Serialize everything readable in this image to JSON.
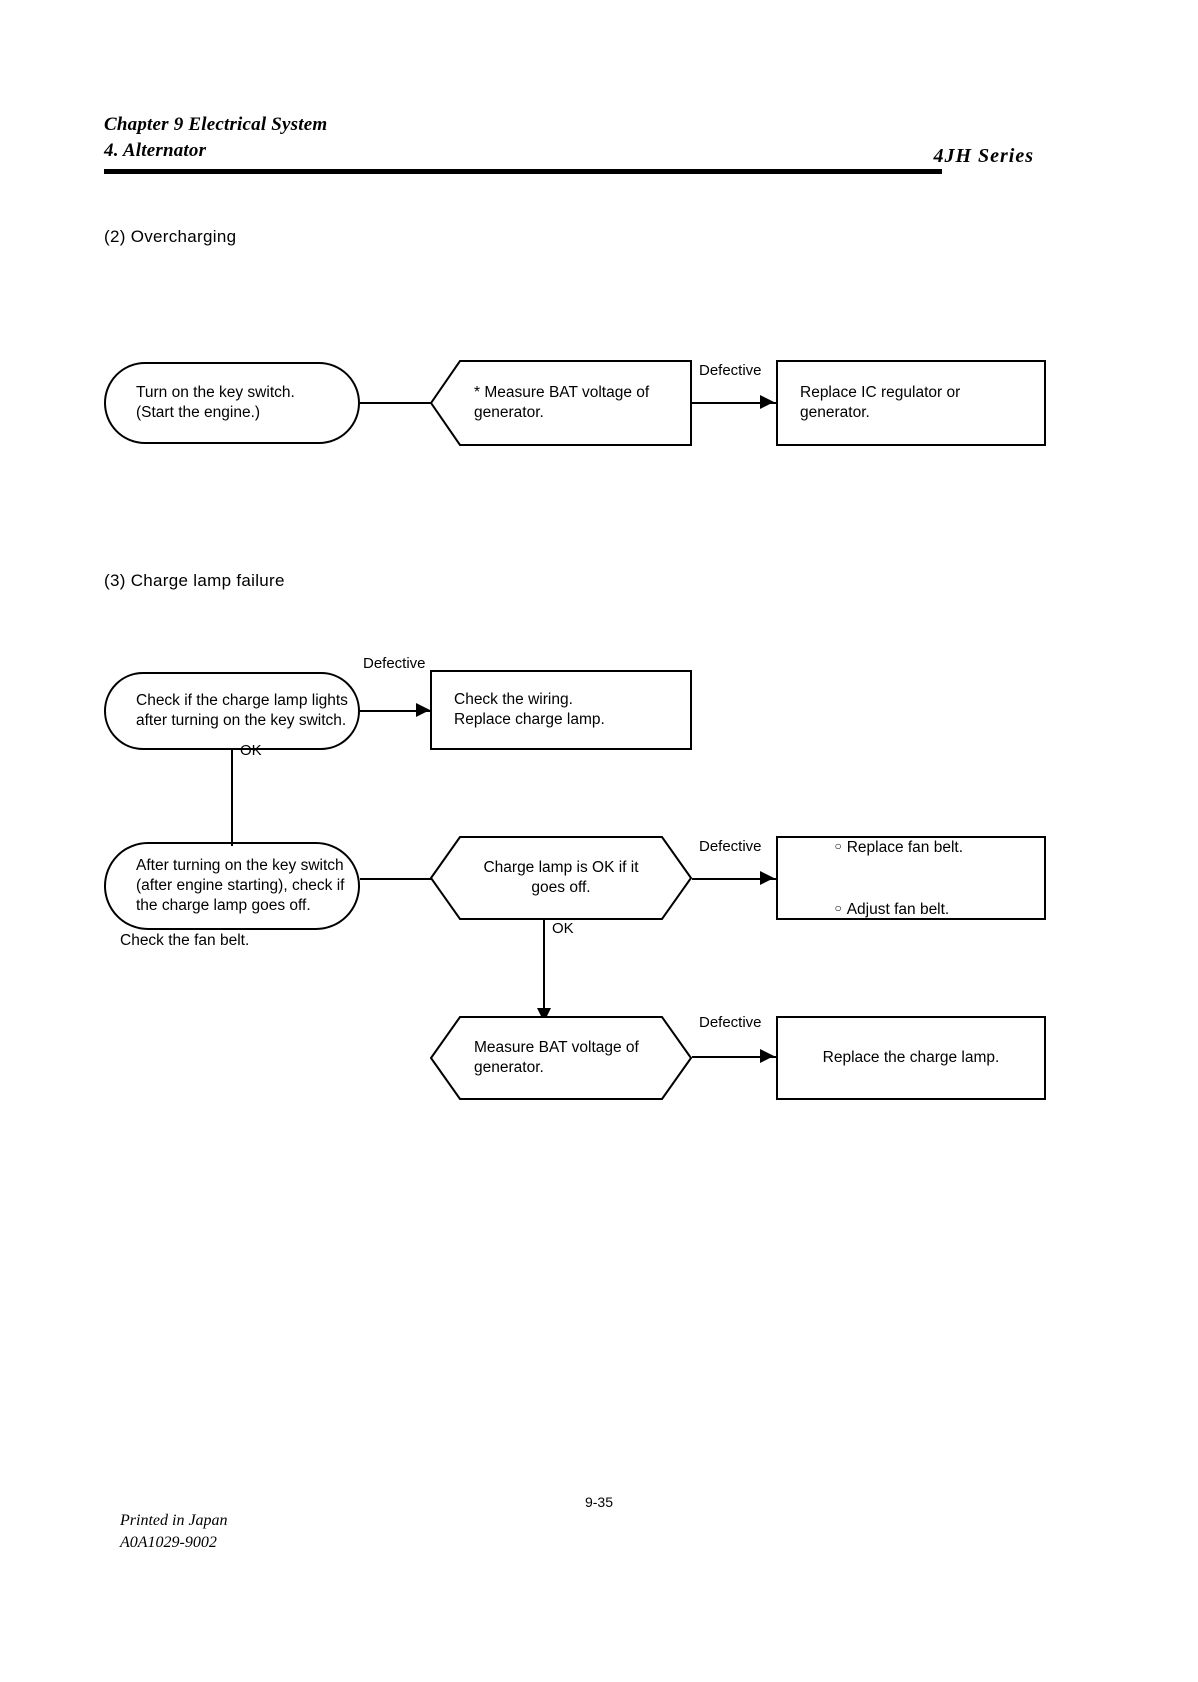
{
  "header": {
    "chapter": "Chapter 9 Electrical System",
    "section": "4. Alternator",
    "series": "4JH  Series"
  },
  "sections": [
    {
      "heading": "(2) Overcharging",
      "flow": {
        "start": {
          "line1": "Turn on the key switch.",
          "line2": "(Start the engine.)"
        },
        "decision": {
          "line1": "* Measure BAT voltage of",
          "line2": "generator."
        },
        "edge_label": "Defective",
        "result": "Replace IC regulator or generator."
      }
    },
    {
      "heading": "(3) Charge lamp failure",
      "flow": {
        "check1": {
          "line1": "Check if the charge lamp lights",
          "line2": "after turning on the key switch."
        },
        "check1_defective_label": "Defective",
        "check1_result": {
          "line1": "Check the wiring.",
          "line2": "Replace charge lamp."
        },
        "check1_ok_label": "OK",
        "check2": {
          "line1": "After turning on the key switch",
          "line2": "(after engine starting), check if",
          "line3": "the charge lamp goes off."
        },
        "check2_note": "Check the fan belt.",
        "decision2": "Charge lamp is OK if it goes off.",
        "decision2_defective_label": "Defective",
        "decision2_result": {
          "bullet": "○",
          "item1": "Replace fan belt.",
          "item2": "Adjust fan belt."
        },
        "decision2_ok_label": "OK",
        "decision3": {
          "line1": "Measure BAT voltage of",
          "line2": "generator."
        },
        "decision3_defective_label": "Defective",
        "decision3_result": "Replace the charge lamp."
      }
    }
  ],
  "footer": {
    "printed": "Printed in Japan",
    "code": "A0A1029-9002",
    "page_number": "9-35"
  }
}
